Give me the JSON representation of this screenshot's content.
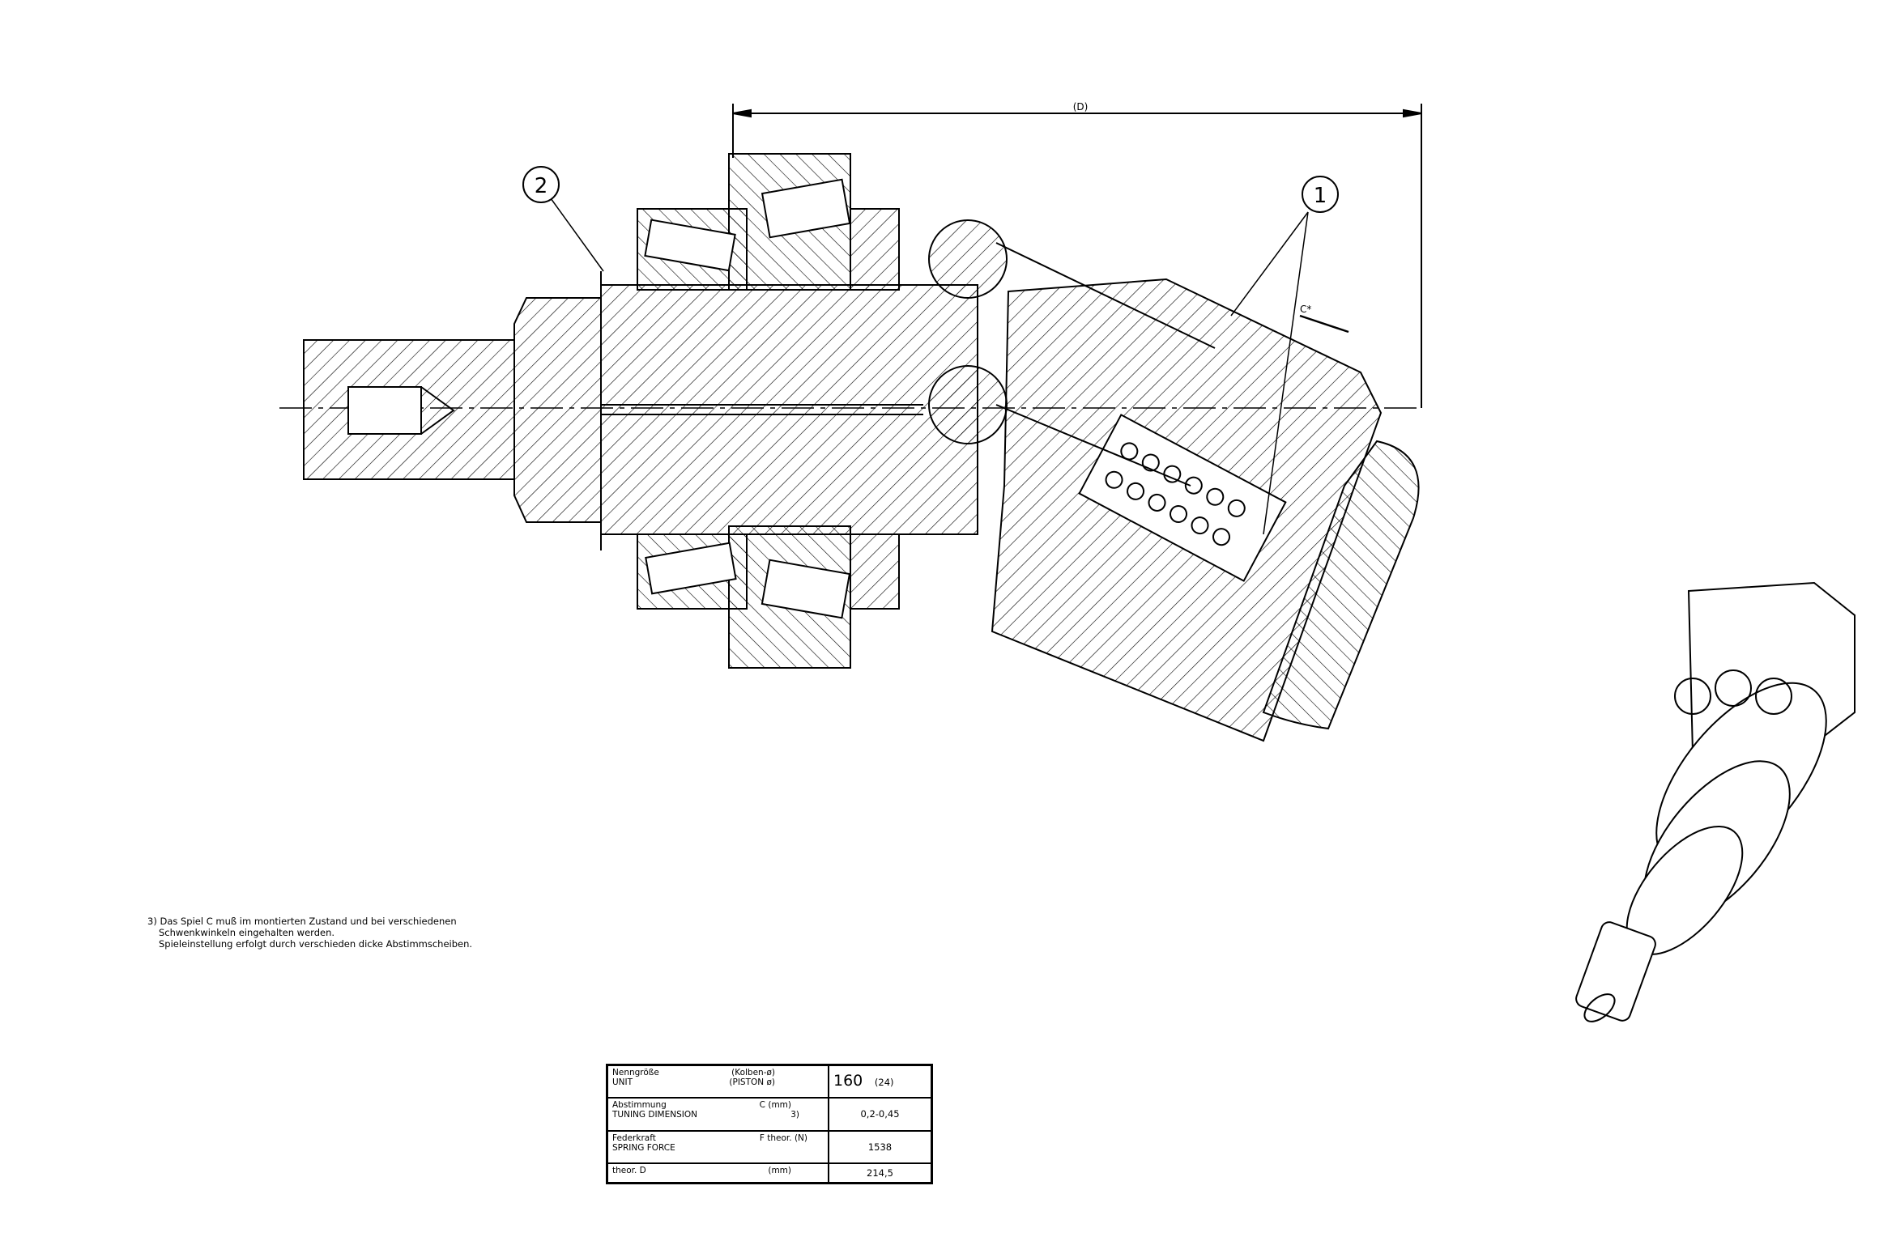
{
  "drawing": {
    "dimension_label": "(D)",
    "clearance_label": "C*",
    "callouts": [
      "1",
      "2"
    ],
    "line_color": "#000000"
  },
  "note": {
    "lines": [
      "3) Das Spiel C muß im montierten Zustand und bei verschiedenen",
      "Schwenkwinkeln eingehalten werden.",
      "Spieleinstellung erfolgt durch verschieden dicke Abstimmscheiben."
    ]
  },
  "spec_table": {
    "rows": [
      {
        "label_de": "Nenngröße",
        "label_en": "UNIT",
        "param_de": "(Kolben-ø)",
        "param_en": "(PISTON ø)",
        "value": "160",
        "value_extra": "(24)"
      },
      {
        "label_de": "Abstimmung",
        "label_en": "TUNING DIMENSION",
        "param_de": "C (mm)",
        "param_en": "3)",
        "value": "0,2-0,45"
      },
      {
        "label_de": "Federkraft",
        "label_en": "SPRING FORCE",
        "param_de": "F theor. (N)",
        "param_en": "",
        "value": "1538"
      },
      {
        "label_de": "theor. D",
        "label_en": "",
        "param_de": "(mm)",
        "param_en": "",
        "value": "214,5"
      }
    ]
  }
}
